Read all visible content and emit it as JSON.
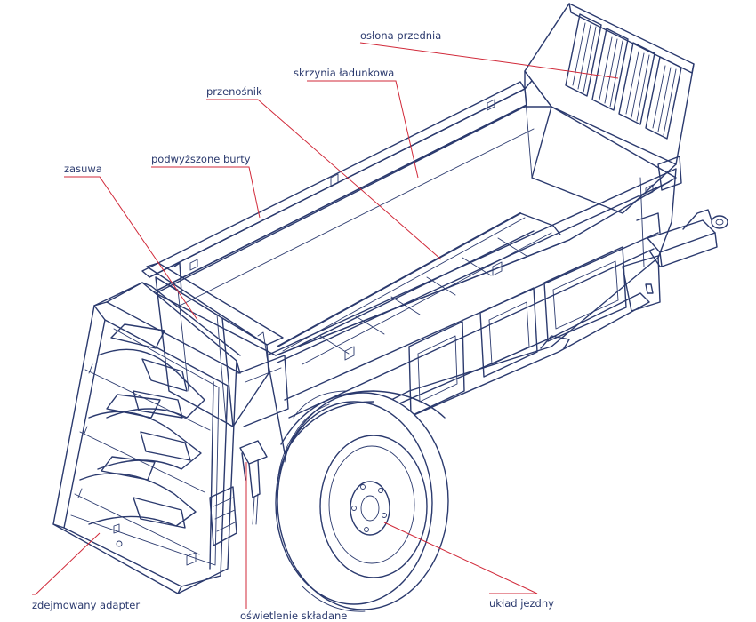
{
  "labels": {
    "oslona_przednia": "osłona przednia",
    "skrzynia_ladunkowa": "skrzynia ładunkowa",
    "przenosnik": "przenośnik",
    "podwyzszone_burty": "podwyższone burty",
    "zasuwa": "zasuwa",
    "zdejmowany_adapter": "zdejmowany adapter",
    "oswietlenie_skladane": "oświetlenie składane",
    "uklad_jezdny": "układ jezdny"
  },
  "colors": {
    "line": "#2b3a6e",
    "leader": "#d12a3a",
    "text": "#2b3a6e"
  }
}
